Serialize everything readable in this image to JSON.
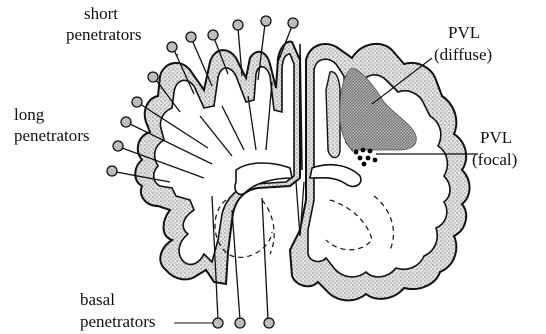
{
  "labels": {
    "short_penetrators": [
      "short",
      "penetrators"
    ],
    "long_penetrators": [
      "long",
      "penetrators"
    ],
    "basal_penetrators": [
      "basal",
      "penetrators"
    ],
    "pvl_diffuse": [
      "PVL",
      "(diffuse)"
    ],
    "pvl_focal": [
      "PVL",
      "(focal)"
    ]
  },
  "colors": {
    "stroke": "#111111",
    "cortex_fill": "#d9d9d9",
    "vessel_fill": "#bdbdbd",
    "lesion_fill": "#8c8c8c",
    "focal_dots": "#000000"
  }
}
